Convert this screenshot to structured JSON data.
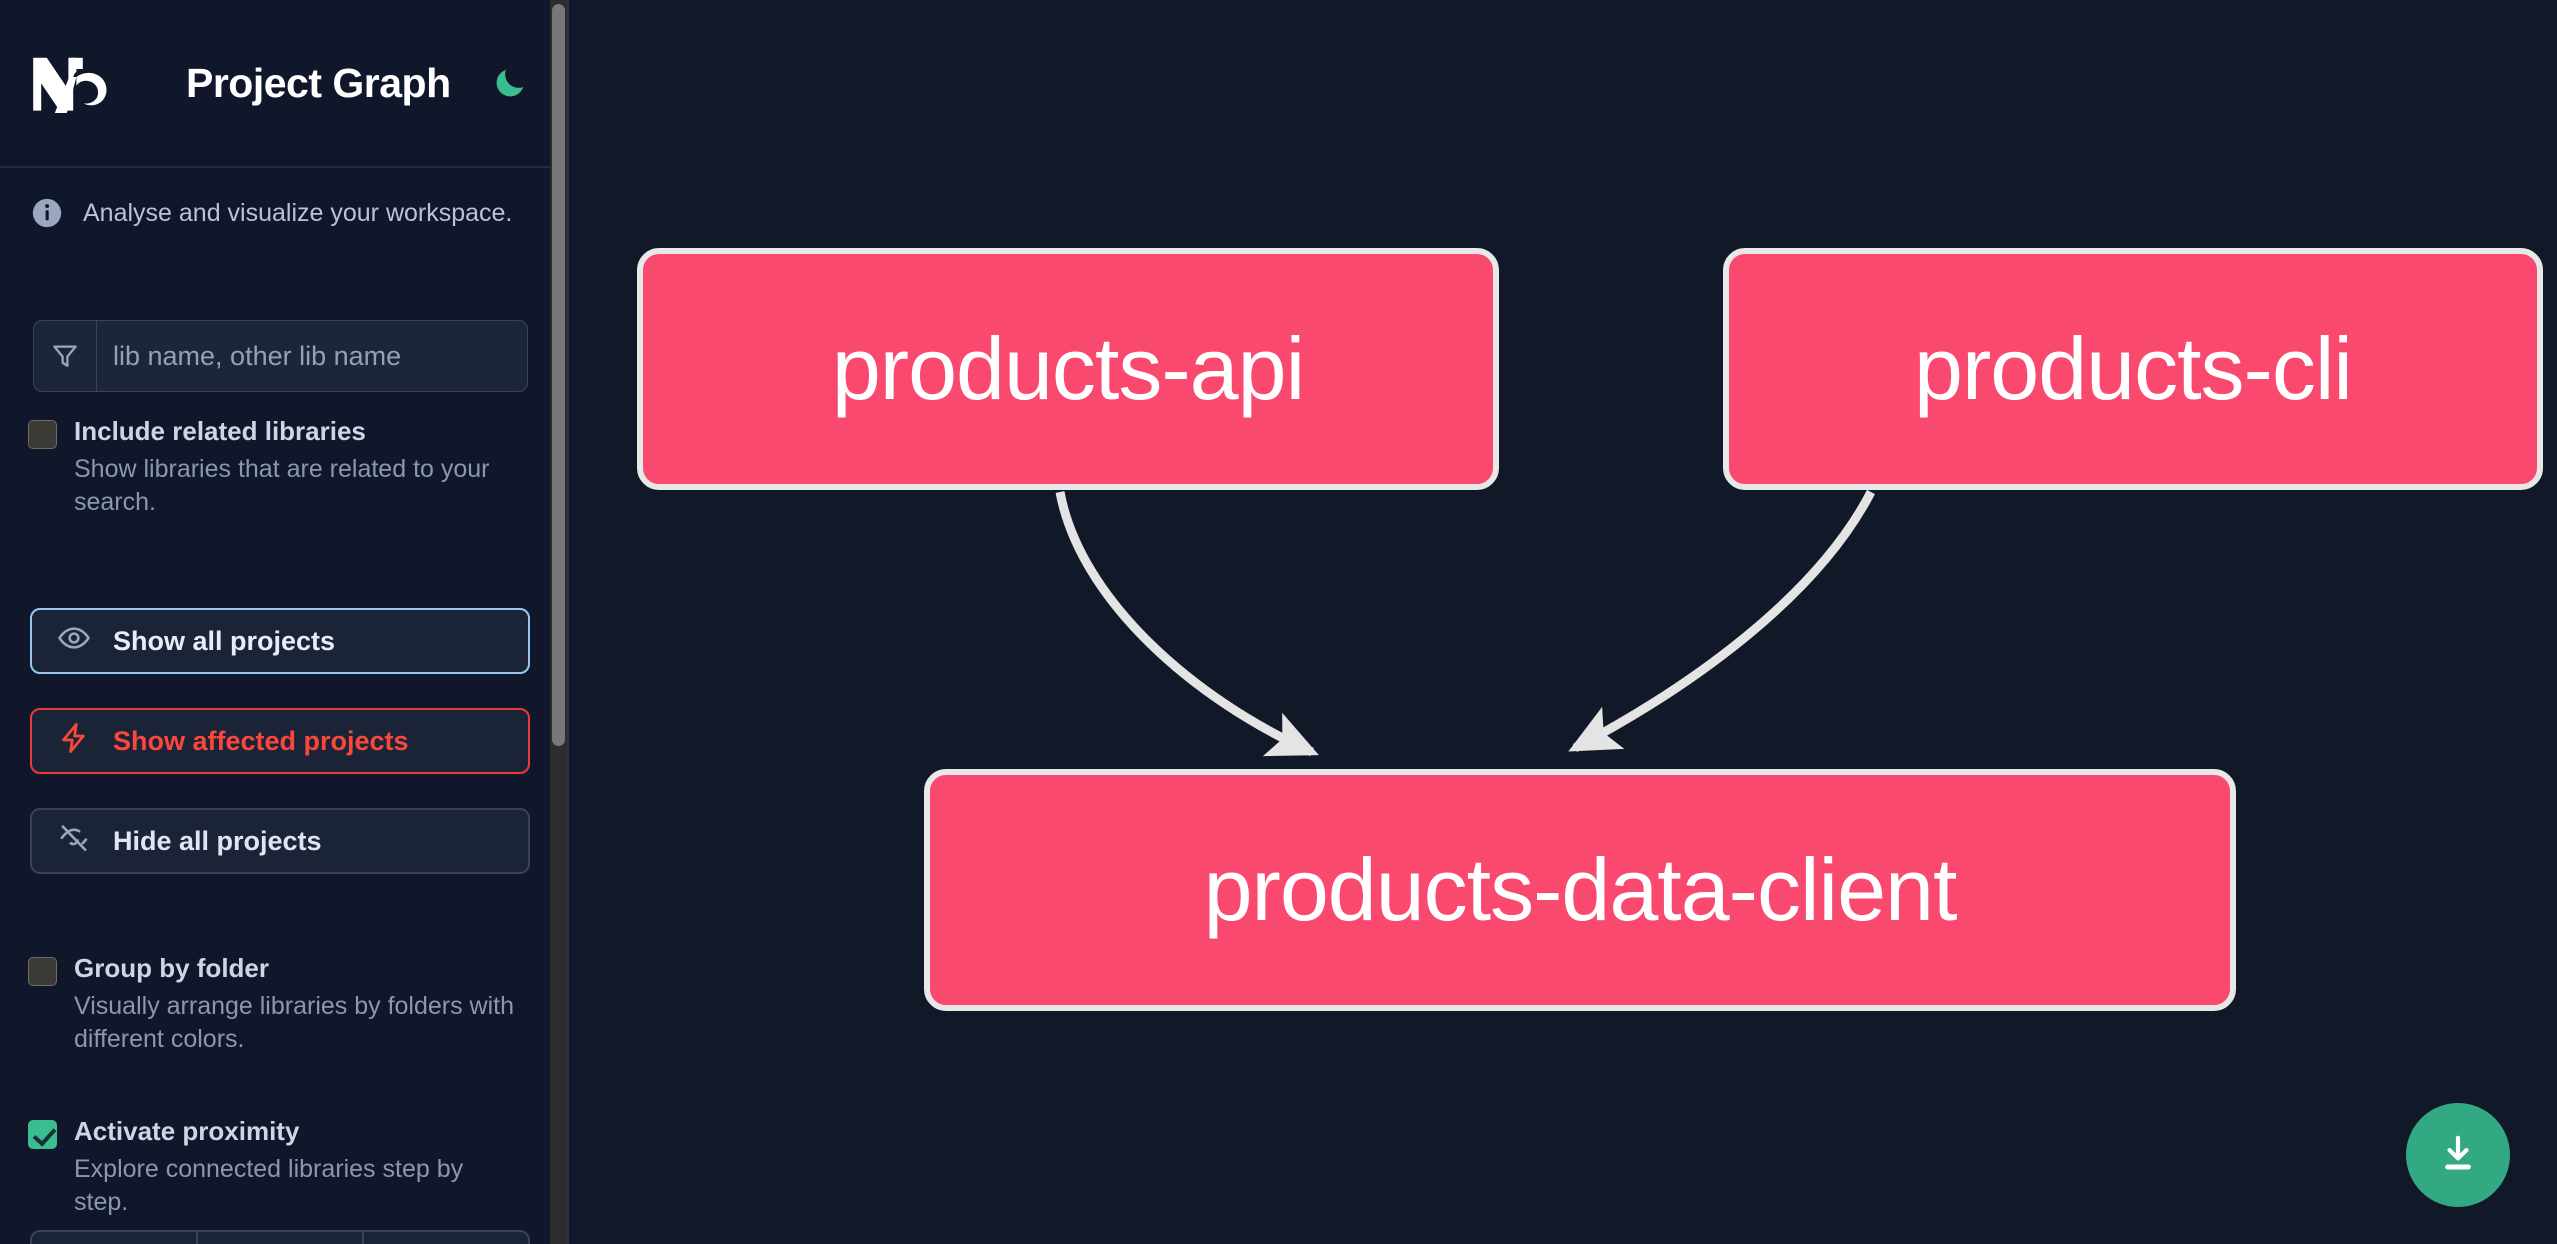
{
  "sidebar": {
    "header": {
      "logo_icon": "nx-logo-icon",
      "title": "Project Graph",
      "theme_toggle_icon": "moon-icon"
    },
    "info": {
      "icon": "info-circle-icon",
      "text": "Analyse and visualize your workspace."
    },
    "search": {
      "icon": "filter-icon",
      "placeholder": "lib name, other lib name",
      "value": ""
    },
    "options": [
      {
        "id": "include-related-libraries",
        "label": "Include related libraries",
        "description": "Show libraries that are related to your search.",
        "checked": false
      },
      {
        "id": "group-by-folder",
        "label": "Group by folder",
        "description": "Visually arrange libraries by folders with different colors.",
        "checked": false
      },
      {
        "id": "activate-proximity",
        "label": "Activate proximity",
        "description": "Explore connected libraries step by step.",
        "checked": true
      }
    ],
    "buttons": [
      {
        "id": "show-all-projects",
        "label": "Show all projects",
        "icon": "eye-icon",
        "accent": "#97c6f5"
      },
      {
        "id": "show-affected-projects",
        "label": "Show affected projects",
        "icon": "lightning-icon",
        "accent": "#f9473c"
      },
      {
        "id": "hide-all-projects",
        "label": "Hide all projects",
        "icon": "eye-off-icon",
        "accent": "#38415a"
      }
    ]
  },
  "graph": {
    "nodes": [
      {
        "id": "products-api",
        "label": "products-api",
        "color": "#f9496f"
      },
      {
        "id": "products-cli",
        "label": "products-cli",
        "color": "#f9496f"
      },
      {
        "id": "products-data-client",
        "label": "products-data-client",
        "color": "#f9496f"
      }
    ],
    "edges": [
      {
        "from": "products-api",
        "to": "products-data-client"
      },
      {
        "from": "products-cli",
        "to": "products-data-client"
      }
    ],
    "edge_color": "#e4e4e4",
    "download_button": {
      "icon": "download-icon",
      "color": "#33a983"
    }
  },
  "colors": {
    "sidebar_bg": "#10172a",
    "canvas_bg": "#111827",
    "node_fill": "#f9496f",
    "node_border": "#e8e8e8",
    "accent_green": "#33a983",
    "accent_red": "#f9473c",
    "accent_blue": "#97c6f5"
  }
}
